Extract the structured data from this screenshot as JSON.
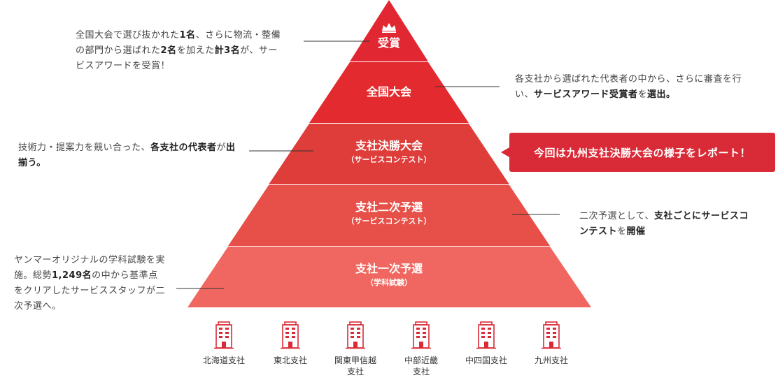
{
  "tiers": [
    {
      "label": "受賞",
      "sub": "",
      "color": "#e02732"
    },
    {
      "label": "全国大会",
      "sub": "",
      "color": "#e32a2e"
    },
    {
      "label": "支社決勝大会",
      "sub": "（サービスコンテスト）",
      "color": "#de3d3a"
    },
    {
      "label": "支社二次予選",
      "sub": "（サービスコンテスト）",
      "color": "#e65048"
    },
    {
      "label": "支社一次予選",
      "sub": "（学科試験）",
      "color": "#ef6760"
    }
  ],
  "descriptions": {
    "award": [
      {
        "text": "全国大会で選び抜かれた",
        "bold": false
      },
      {
        "text": "1名",
        "bold": true
      },
      {
        "text": "、さらに物流・整備の部門から選ばれた",
        "bold": false
      },
      {
        "text": "2名",
        "bold": true
      },
      {
        "text": "を加えた",
        "bold": false
      },
      {
        "text": "計3名",
        "bold": true
      },
      {
        "text": "が、サービスアワードを受賞！",
        "bold": false
      }
    ],
    "national": [
      {
        "text": "各支社から選ばれた代表者の中から、さらに審査を行い、",
        "bold": false
      },
      {
        "text": "サービスアワード受賞者",
        "bold": true
      },
      {
        "text": "を",
        "bold": false
      },
      {
        "text": "選出。",
        "bold": true
      }
    ],
    "final": [
      {
        "text": "技術力・提案力を競い合った、",
        "bold": false
      },
      {
        "text": "各支社の代表者",
        "bold": true
      },
      {
        "text": "が",
        "bold": false
      },
      {
        "text": "出揃う。",
        "bold": true
      }
    ],
    "second": [
      {
        "text": "二次予選として、",
        "bold": false
      },
      {
        "text": "支社ごとにサービスコンテスト",
        "bold": true
      },
      {
        "text": "を",
        "bold": false
      },
      {
        "text": "開催",
        "bold": true
      }
    ],
    "first": [
      {
        "text": "ヤンマーオリジナルの学科試験を実施。総勢",
        "bold": false
      },
      {
        "text": "1,249名",
        "bold": true
      },
      {
        "text": "の中から基準点をクリアしたサービススタッフが二次予選へ。",
        "bold": false
      }
    ]
  },
  "callout": {
    "text": "今回は九州支社決勝大会の様子をレポート！",
    "color": "#d92b37"
  },
  "branches": [
    {
      "label": "北海道支社"
    },
    {
      "label": "東北支社"
    },
    {
      "label": "関東甲信越\n支社"
    },
    {
      "label": "中部近畿\n支社"
    },
    {
      "label": "中四国支社"
    },
    {
      "label": "九州支社"
    }
  ],
  "icons": {
    "crown": "crown-icon",
    "branch": "building-icon"
  },
  "colors": {
    "accent": "#d92b37",
    "connector": "#333333"
  }
}
